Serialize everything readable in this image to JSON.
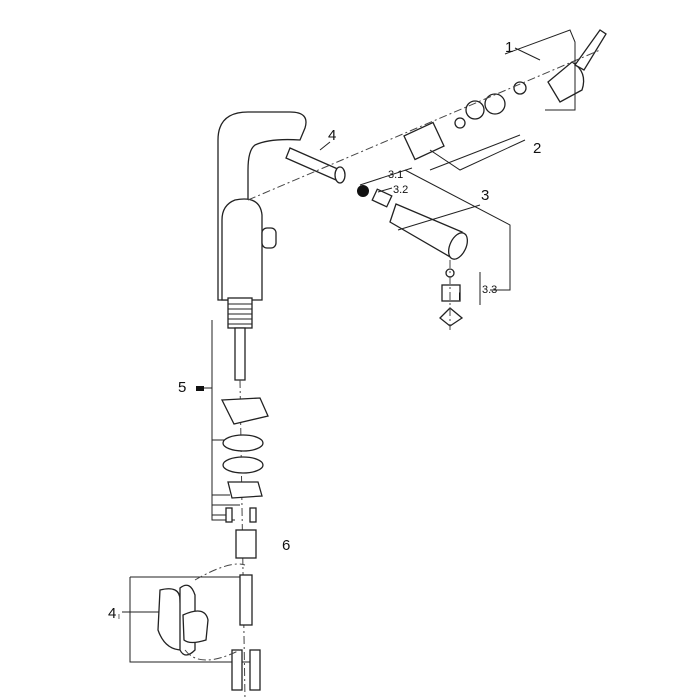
{
  "diagram": {
    "type": "exploded parts diagram",
    "callouts": {
      "c1": "1",
      "c2": "2",
      "c3": "3",
      "c3_1": "3.1",
      "c3_2": "3.2",
      "c3_3": "3.3",
      "c4": "4",
      "c5": "5",
      "c6": "6",
      "c4_lower": "4",
      "c4_lower_mark": "I",
      "c3_3_mark": "I"
    }
  }
}
